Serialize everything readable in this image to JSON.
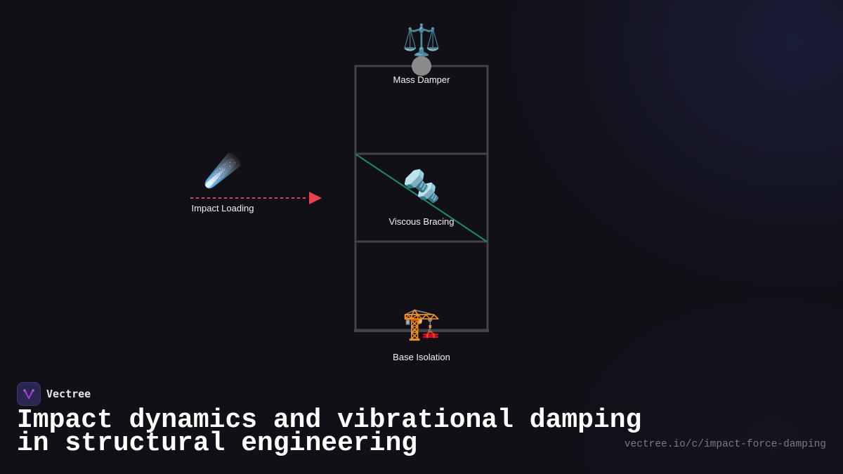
{
  "diagram": {
    "nodes": {
      "mass_damper": {
        "label": "Mass Damper",
        "icon": "⚖️",
        "icon_name": "balance-scale-icon"
      },
      "viscous_bracing": {
        "label": "Viscous Bracing",
        "icon": "🔩",
        "icon_name": "nut-and-bolt-icon"
      },
      "base_isolation": {
        "label": "Base Isolation",
        "icon": "🏗️",
        "icon_name": "construction-crane-icon"
      },
      "impact_loading": {
        "label": "Impact Loading",
        "icon": "☄️",
        "icon_name": "comet-icon"
      }
    },
    "colors": {
      "frame": "#444444",
      "brace": "#1a8a72",
      "impact_arrow": "#e8434a",
      "mass_circle": "#8a8a8a",
      "background": "#111017"
    }
  },
  "footer": {
    "brand": "Vectree",
    "title_line1": "Impact dynamics and vibrational damping",
    "title_line2": "in structural engineering",
    "url": "vectree.io/c/impact-force-damping"
  }
}
